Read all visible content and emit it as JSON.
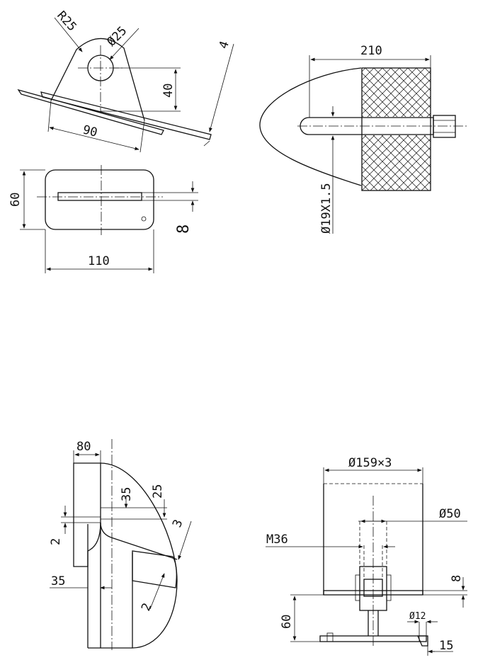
{
  "views": {
    "bracket_side": {
      "radius": "R25",
      "hole": "Ø25",
      "height": "40",
      "width": "90",
      "thickness": "4"
    },
    "bracket_top": {
      "height": "60",
      "width": "110",
      "slot": "8"
    },
    "fender_section": {
      "length": "210",
      "shaft": "Ø19X1.5"
    },
    "cone_section": {
      "width": "80",
      "depth_a": "35",
      "depth_b": "25",
      "gap": "2",
      "offset": "35",
      "plate": "3",
      "weld": "2"
    },
    "roller_assembly": {
      "drum": "Ø159×3",
      "hub": "Ø50",
      "thread": "M36",
      "plate": "8",
      "base_height": "60",
      "pin": "Ø12",
      "flange": "15"
    }
  }
}
